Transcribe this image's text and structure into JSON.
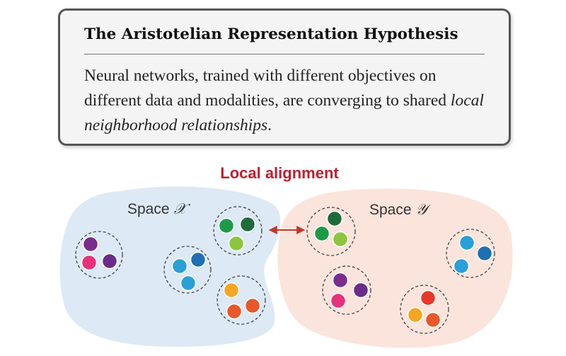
{
  "hypothesis": {
    "title": "The Aristotelian Representation Hypothesis",
    "body_prefix": "Neural networks, trained with different objectives on different data and modalities, are converging to shared ",
    "body_emphasis": "local neighborhood relationships",
    "body_suffix": "."
  },
  "alignment": {
    "title": "Local alignment"
  },
  "spaces": {
    "x": {
      "label": "Space ",
      "symbol": "𝒳",
      "fill": "#dde9f4"
    },
    "y": {
      "label": "Space ",
      "symbol": "𝒴",
      "fill": "#fbe4dc"
    }
  },
  "colors": {
    "arrow": "#c0392b",
    "dashed_circle": "#444444"
  },
  "clusters": {
    "x_purple": [
      "#7b2d8e",
      "#e8317c",
      "#6a2c8a"
    ],
    "x_blue": [
      "#2a9fd8",
      "#1f6fb3",
      "#2a9fd8"
    ],
    "x_green": [
      "#1e9a46",
      "#1f6b3a",
      "#8cc63f"
    ],
    "x_orange": [
      "#f5a623",
      "#e8582a",
      "#e8582a"
    ],
    "y_green": [
      "#1f6b3a",
      "#1e9a46",
      "#8cc63f"
    ],
    "y_blue": [
      "#2a9fd8",
      "#1f6fb3",
      "#2a9fd8"
    ],
    "y_purple": [
      "#7b2d8e",
      "#6a2c8a",
      "#e8317c"
    ],
    "y_orange": [
      "#e8382a",
      "#f5a623",
      "#e8582a"
    ]
  }
}
